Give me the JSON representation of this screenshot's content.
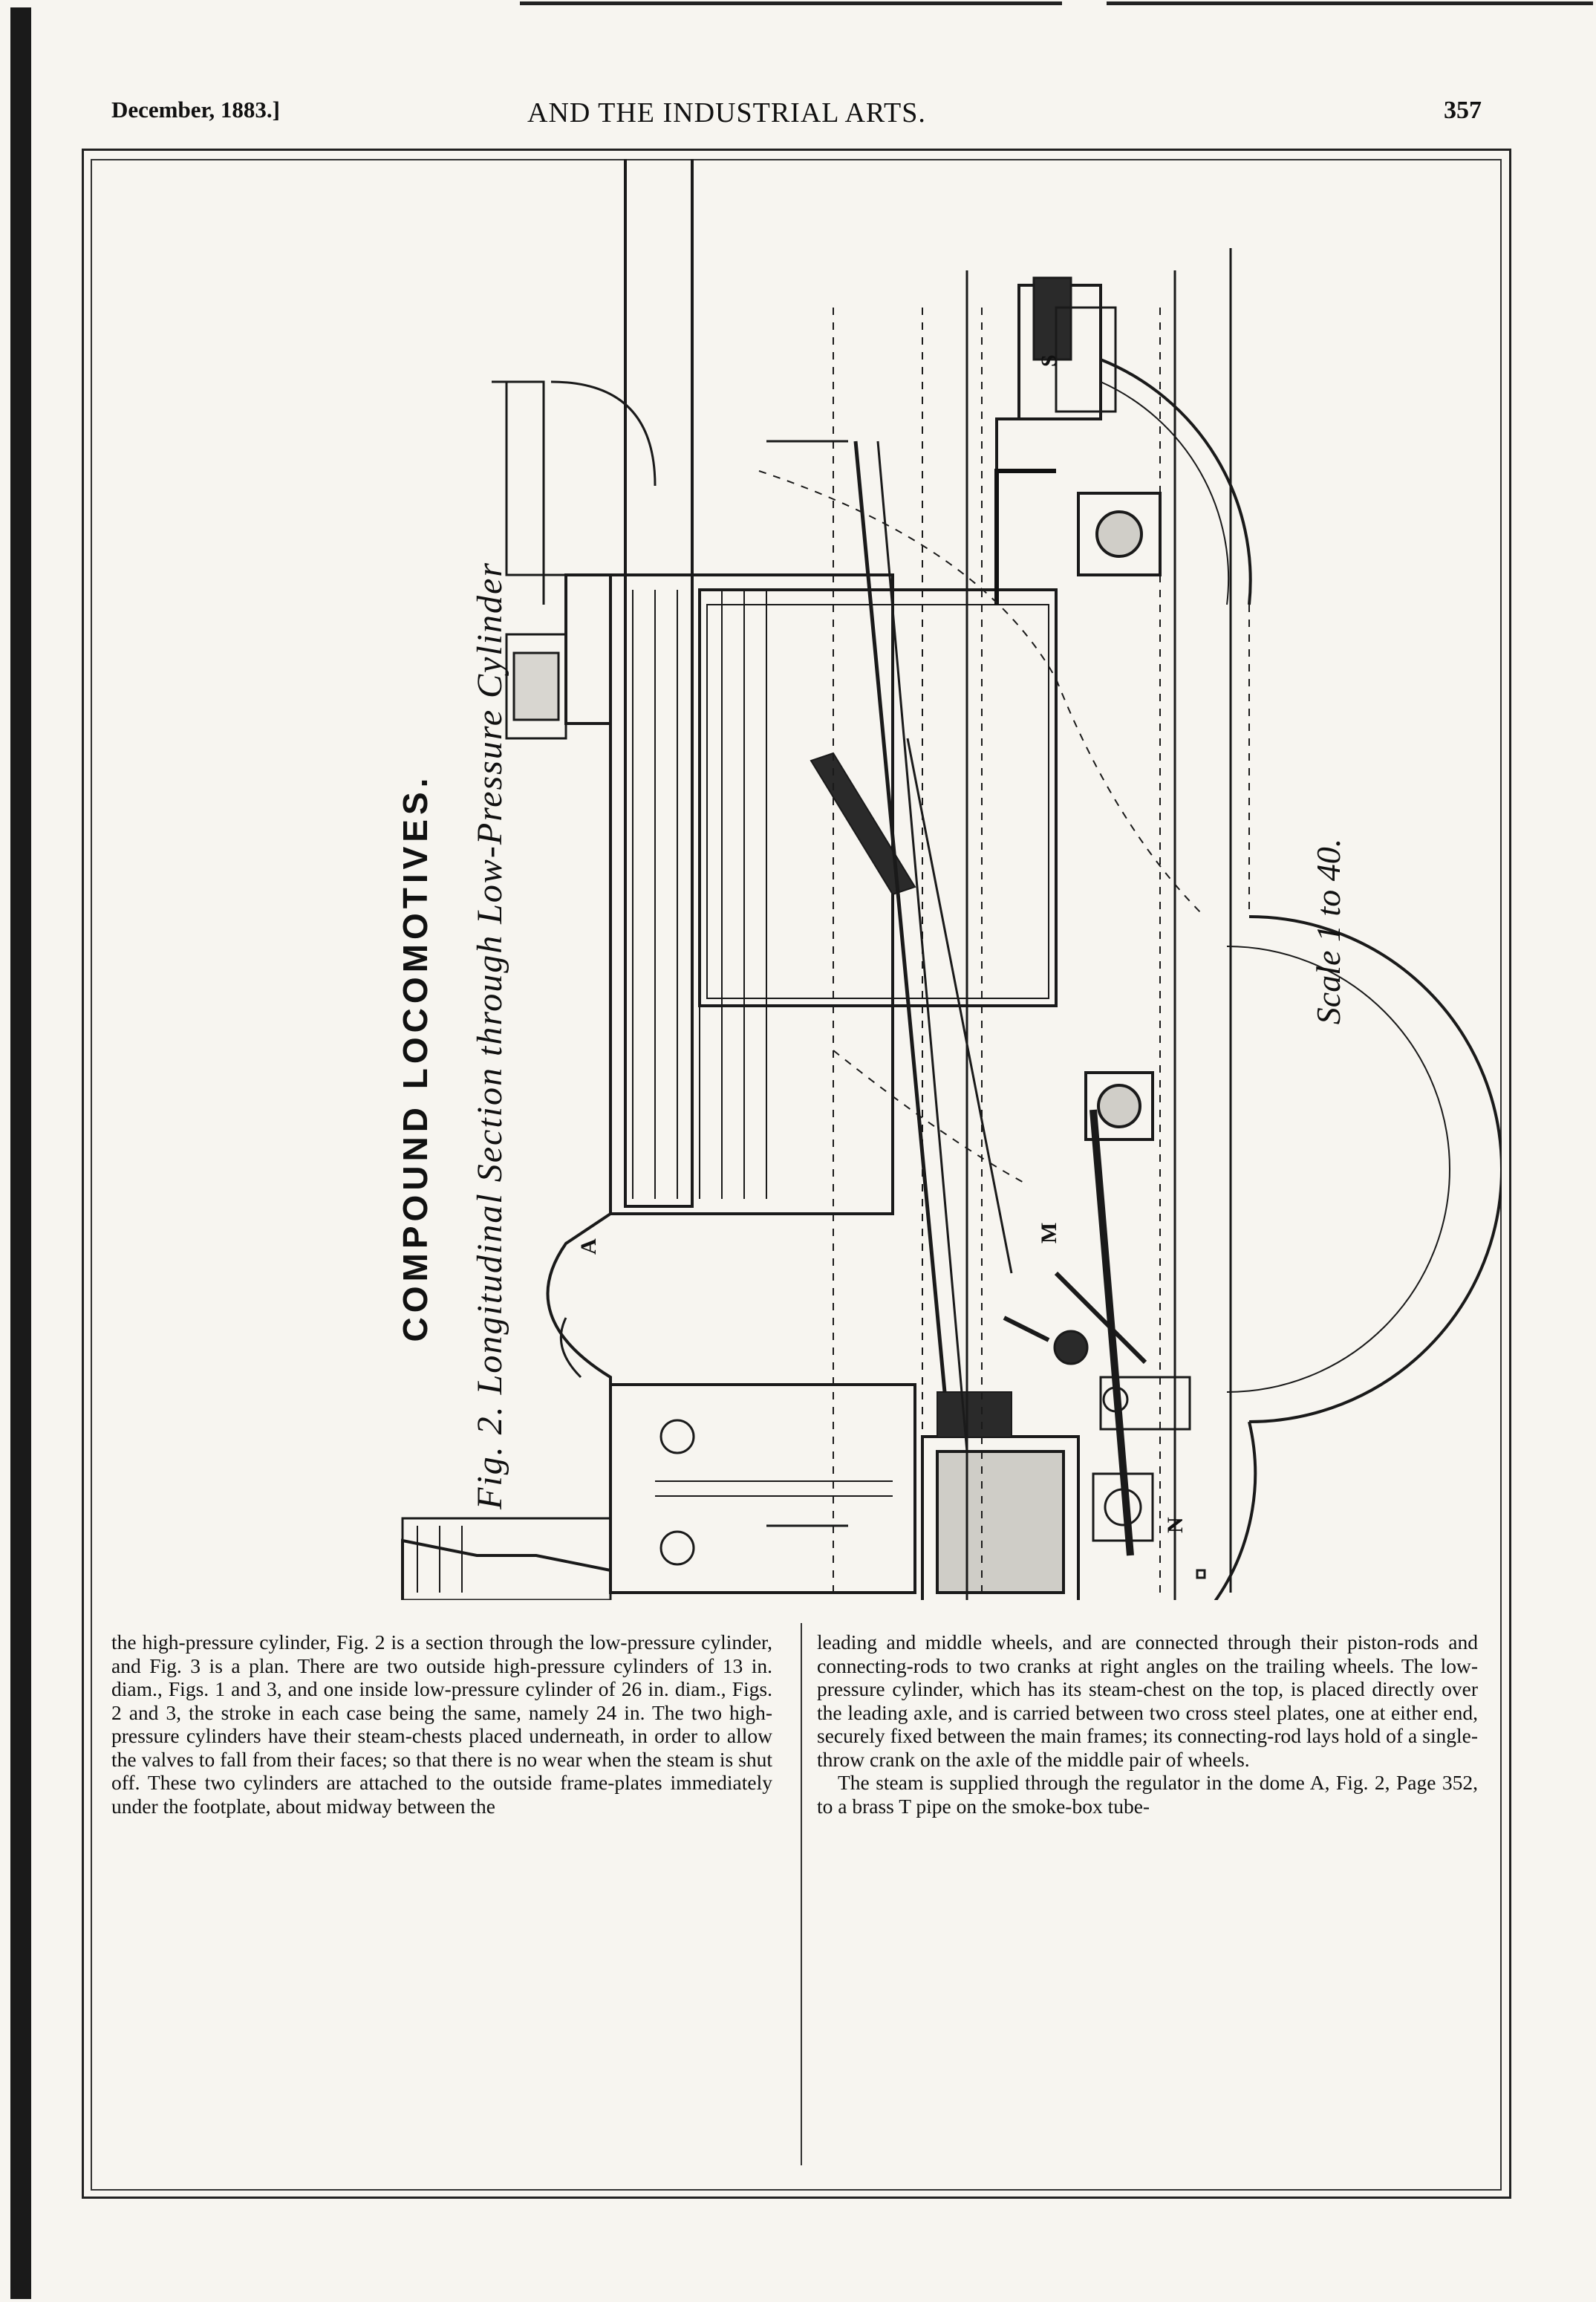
{
  "header": {
    "date": "December, 1883.]",
    "title": "AND THE INDUSTRIAL ARTS.",
    "page_number": "357"
  },
  "figure": {
    "heading": "COMPOUND LOCOMOTIVES.",
    "caption": "Fig. 2. Longitudinal Section through Low-Pressure Cylinder",
    "scale": "Scale 1 to 40.",
    "labels": {
      "a": "A",
      "m": "M",
      "n": "N",
      "s": "S"
    }
  },
  "body": {
    "left_column": "the high-pressure cylinder, Fig. 2 is a section through the low-pressure cylinder, and Fig. 3 is a plan. There are two outside high-pressure cylinders of 13 in. diam., Figs. 1 and 3, and one inside low-pressure cylinder of 26 in. diam., Figs. 2 and 3, the stroke in each case being the same, namely 24 in. The two high-pressure cylinders have their steam-chests placed underneath, in order to allow the valves to fall from their faces; so that there is no wear when the steam is shut off. These two cylinders are attached to the outside frame-plates immediately under the footplate, about midway between the",
    "right_column_p1": "leading and middle wheels, and are connected through their piston-rods and connecting-rods to two cranks at right angles on the trailing wheels. The low-pressure cylinder, which has its steam-chest on the top, is placed directly over the leading axle, and is carried between two cross steel plates, one at either end, securely fixed between the main frames; its connecting-rod lays hold of a single-throw crank on the axle of the middle pair of wheels.",
    "right_column_p2": "The steam is supplied through the regulator in the dome A, Fig. 2, Page 352, to a brass T pipe on the smoke-box tube-"
  }
}
